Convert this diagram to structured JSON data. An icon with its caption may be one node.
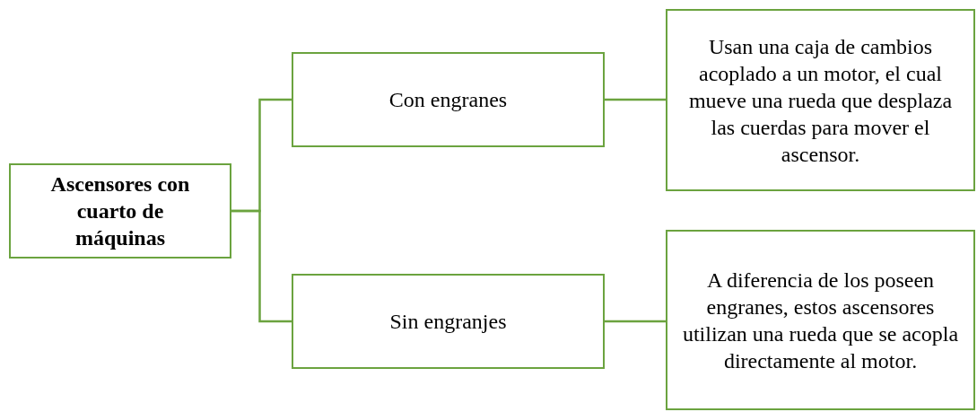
{
  "diagram": {
    "nodes": [
      {
        "text": [
          "Ascensores con cuarto de máquinas"
        ]
      },
      {
        "text": [
          "Con engranes"
        ]
      },
      {
        "text": [
          "Sin engranjes"
        ]
      },
      {
        "text": [
          "Usan una caja de cambios acoplado a un motor, el cual mueve una rueda que desplaza las cuerdas para mover el ascensor."
        ]
      },
      {
        "text": [
          "A diferencia de los poseen engranes, estos ascensores utilizan una rueda que se acopla directamente al motor."
        ]
      }
    ],
    "edges": [
      {
        "from": 0,
        "to": 1,
        "arrow": "none"
      },
      {
        "from": 0,
        "to": 2,
        "arrow": "none"
      },
      {
        "from": 1,
        "to": 3,
        "arrow": "none"
      },
      {
        "from": 2,
        "to": 4,
        "arrow": "none"
      }
    ]
  }
}
